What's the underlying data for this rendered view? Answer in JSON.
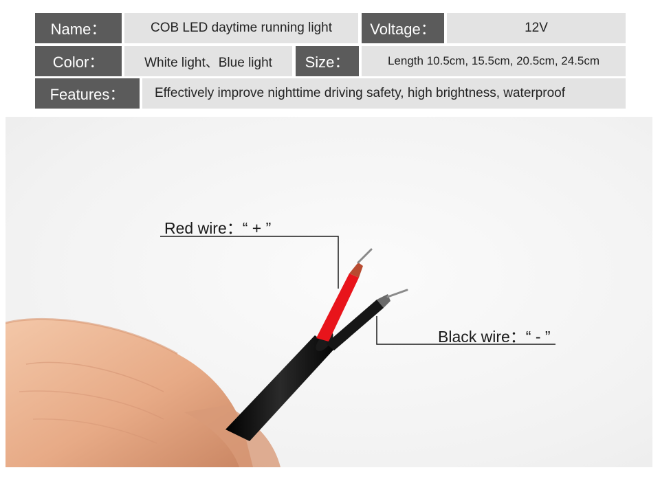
{
  "specs": {
    "name_label": "Name：",
    "name_value": "COB LED daytime running light",
    "voltage_label": "Voltage：",
    "voltage_value": "12V",
    "color_label": "Color：",
    "color_value": "White light、Blue light",
    "size_label": "Size：",
    "size_value": "Length 10.5cm, 15.5cm, 20.5cm, 24.5cm",
    "features_label": "Features：",
    "features_value": "Effectively improve nighttime driving safety, high brightness, waterproof"
  },
  "photo": {
    "red_wire_label": "Red wire：“ + ”",
    "black_wire_label": "Black wire：“ - ”"
  },
  "colors": {
    "label_bg": "#5b5b5b",
    "value_bg": "#e3e3e3",
    "red_wire": "#e8141b",
    "cable": "#111111"
  }
}
